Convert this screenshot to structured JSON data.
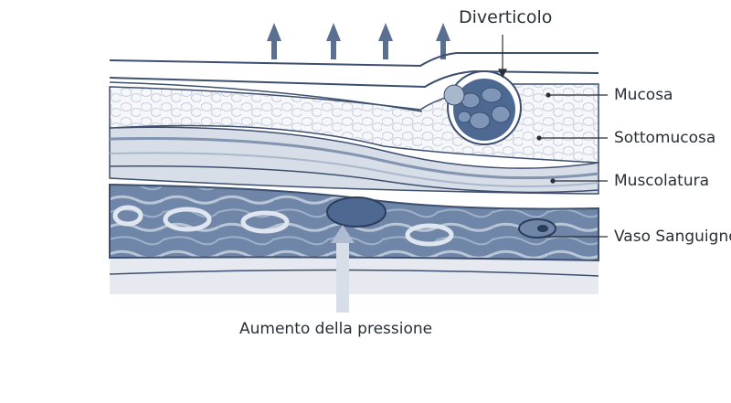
{
  "labels": {
    "diverticulum": "Diverticolo",
    "mucosa": "Mucosa",
    "submucosa": "Sottomucosa",
    "muscle": "Muscolatura",
    "vessel": "Vaso Sanguigno",
    "pressure": "Aumento della pressione"
  },
  "colors": {
    "line": "#3d4f6e",
    "arrow": "#5b7090",
    "muscle": "#6f86a8",
    "muscle_light": "#b9c6d8",
    "cells": "#f3f5f8",
    "diverticulum": "#4d6891"
  }
}
